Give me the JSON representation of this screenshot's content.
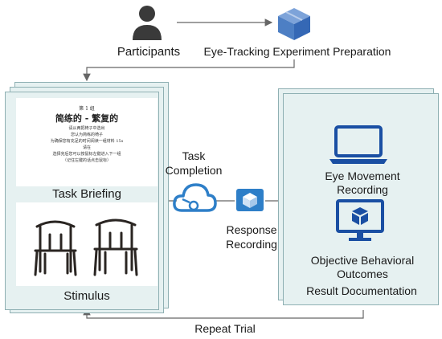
{
  "participants": {
    "label": "Participants",
    "icon": "person-icon"
  },
  "preparation": {
    "label": "Eye-Tracking Experiment Preparation",
    "icon": "cube-icon"
  },
  "task_briefing": {
    "label": "Task Briefing",
    "card": {
      "number": "第 1 组",
      "title": "简练的 - 繁复的",
      "lines": [
        "请从两把椅子中选出",
        "您认为简练的椅子",
        "为确保您有充足的时间阅读一组材料 15s",
        "请在",
        "选择完后您可以按鼠标左键进入下一组",
        "（记住左键的话点击鼠标）"
      ]
    }
  },
  "stimulus": {
    "label": "Stimulus",
    "image_icons": [
      "chair-image",
      "chair-image"
    ]
  },
  "task_completion": {
    "label_line1": "Task",
    "label_line2": "Completion",
    "icon": "cloud-icon"
  },
  "response_recording": {
    "label_line1": "Response",
    "label_line2": "Recording",
    "icon": "cube-box-icon"
  },
  "eye_movement": {
    "label_line1": "Eye Movement",
    "label_line2": "Recording",
    "icon": "laptop-icon"
  },
  "behavioral": {
    "label_line1": "Objective Behavioral",
    "label_line2": "Outcomes",
    "icon": "monitor-icon"
  },
  "result_documentation": {
    "label": "Result Documentation"
  },
  "repeat_trial": {
    "label": "Repeat Trial"
  },
  "colors": {
    "blue": "#1a4fa3",
    "cloud": "#2e7fc8",
    "panel": "#e6f1f1",
    "line": "#666666"
  }
}
